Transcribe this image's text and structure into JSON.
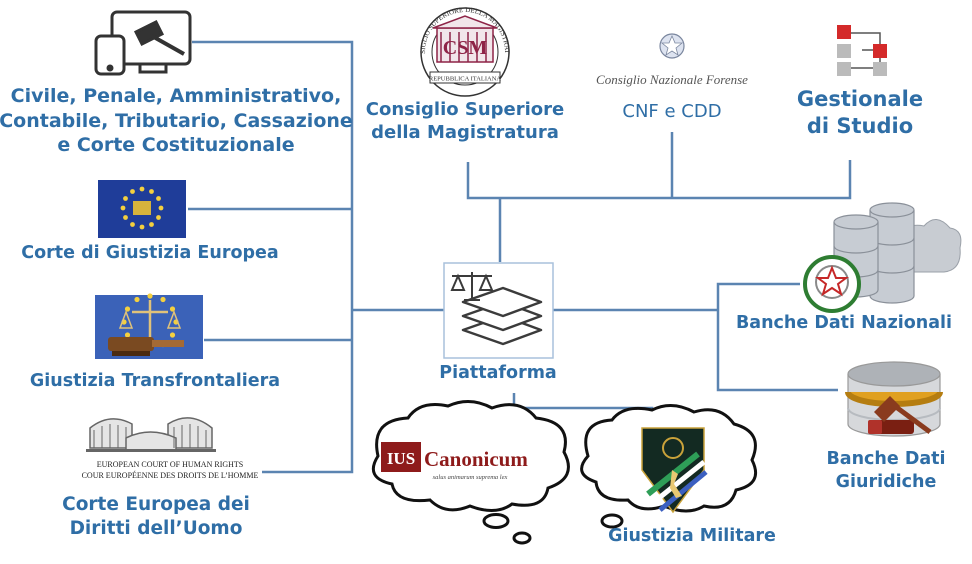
{
  "center": {
    "label": "Piattaforma"
  },
  "left_nodes": [
    {
      "lines": [
        "Civile, Penale,  Amministrativo,",
        "Contabile, Tributario, Cassazione",
        "e Corte Costituzionale"
      ]
    },
    {
      "lines": [
        "Corte di Giustizia Europea"
      ]
    },
    {
      "lines": [
        "Giustizia Transfrontaliera"
      ]
    },
    {
      "lines": [
        "Corte Europea dei",
        "Diritti dell’Uomo"
      ],
      "logo_text": [
        "EUROPEAN COURT OF HUMAN RIGHTS",
        "COUR EUROPÉENNE DES DROITS DE L’HOMME"
      ]
    }
  ],
  "top_nodes": [
    {
      "lines": [
        "Consiglio  Superiore",
        "della Magistratura"
      ],
      "logo_text": [
        "CONSIGLIO SUPERIORE DELLA MAGISTRATURA",
        "REPUBBLICA ITALIANA"
      ]
    },
    {
      "lines": [
        "CNF e CDD"
      ],
      "logo_text": [
        "Consiglio Nazionale Forense"
      ]
    },
    {
      "lines": [
        "Gestionale",
        "di Studio"
      ]
    }
  ],
  "right_nodes": [
    {
      "lines": [
        "Banche Dati Nazionali"
      ]
    },
    {
      "lines": [
        "Banche Dati",
        "Giuridiche"
      ]
    }
  ],
  "bottom_nodes": [
    {
      "lines": [
        "Giustizia Militare"
      ]
    }
  ],
  "ius_logo": {
    "ius": "IUS",
    "name": "Canonicum",
    "motto": "salus animarum suprema lex"
  },
  "colors": {
    "line": "#5b84b1",
    "label": "#2f6ea6",
    "flag": "#1f3d99",
    "star": "#f4d03f",
    "ius": "#8e1b1b"
  }
}
